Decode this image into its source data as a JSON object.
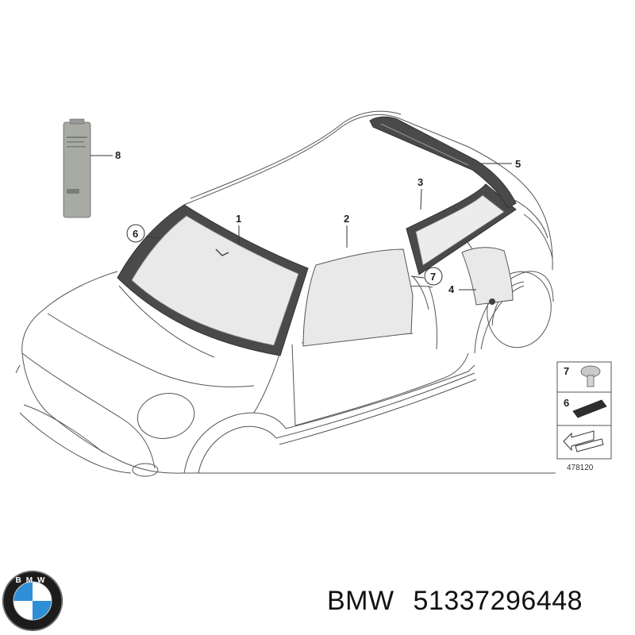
{
  "callouts": {
    "p1": "1",
    "p2": "2",
    "p3": "3",
    "p4": "4",
    "p5": "5",
    "p6": "6",
    "p7": "7",
    "p8": "8"
  },
  "legend": {
    "item7": "7",
    "item6": "6",
    "figure_number": "478120"
  },
  "logo": {
    "ring_text": "BMW"
  },
  "caption": {
    "brand": "BMW",
    "part_number": "51337296448"
  },
  "colors": {
    "glass_fill": "#e9e9e9",
    "glass_frame": "#4a4a4a",
    "outline": "#555555",
    "bmw_blue": "#2f8fd6"
  }
}
